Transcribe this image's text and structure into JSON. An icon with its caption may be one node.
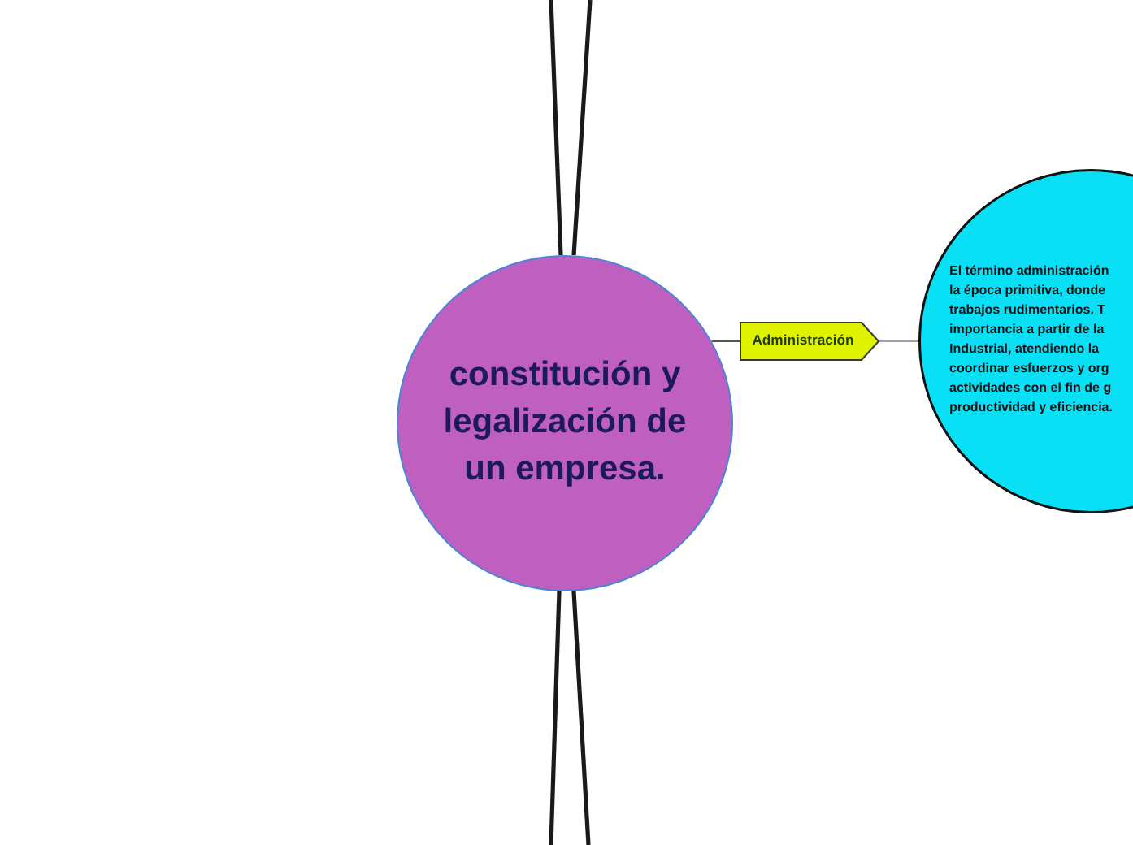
{
  "diagram": {
    "nodes": [
      {
        "text": [
          "constitución y legalización de un empresa."
        ]
      },
      {
        "text": [
          "Administración"
        ]
      },
      {
        "text": [
          "El término administración la época primitiva, donde trabajos rudimentarios. T importancia a partir de la Industrial, atendiendo la coordinar esfuerzos y org actividades con el fin de g productividad y eficiencia."
        ]
      }
    ],
    "edges": [
      {
        "from": 0,
        "to": 1,
        "arrow": "none",
        "color": "#555555"
      },
      {
        "from": 1,
        "to": 2,
        "arrow": "none",
        "color": "#a0a0a0"
      },
      {
        "from": 0,
        "to": null,
        "arrow": "none"
      },
      {
        "from": 0,
        "to": null,
        "arrow": "none"
      },
      {
        "from": 0,
        "to": null,
        "arrow": "none"
      },
      {
        "from": 0,
        "to": null,
        "arrow": "none"
      }
    ]
  }
}
